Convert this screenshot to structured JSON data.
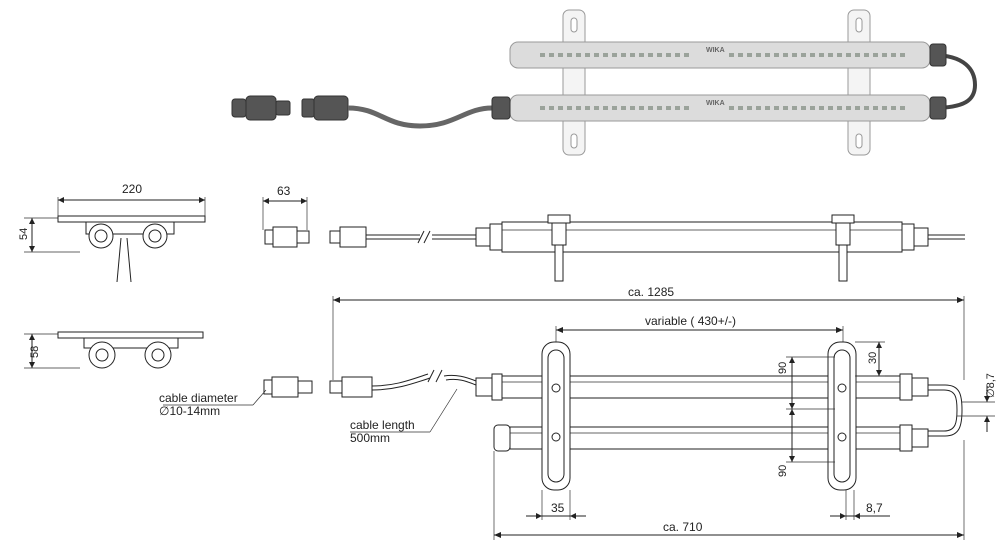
{
  "dimensions": {
    "width_220": "220",
    "height_54": "54",
    "height_58": "58",
    "connector_63": "63",
    "overall_1285": "ca. 1285",
    "variable_spacing": "variable ( 430+/-)",
    "bracket_30": "30",
    "tube_spacing_90_top": "90",
    "tube_spacing_90_bottom": "90",
    "cable_dia_8_7": "∅8,7",
    "bracket_width_35": "35",
    "bracket_offset_8_7": "8,7",
    "overall_710": "ca. 710"
  },
  "notes": {
    "cable_diameter_line1": "cable diameter",
    "cable_diameter_line2": "∅10-14mm",
    "cable_length_line1": "cable length",
    "cable_length_line2": "500mm"
  },
  "photo": {
    "brand_mark": "WIKA"
  },
  "colors": {
    "line": "#222222",
    "photo_tube": "#dcdcdc",
    "photo_cable": "#555555"
  }
}
